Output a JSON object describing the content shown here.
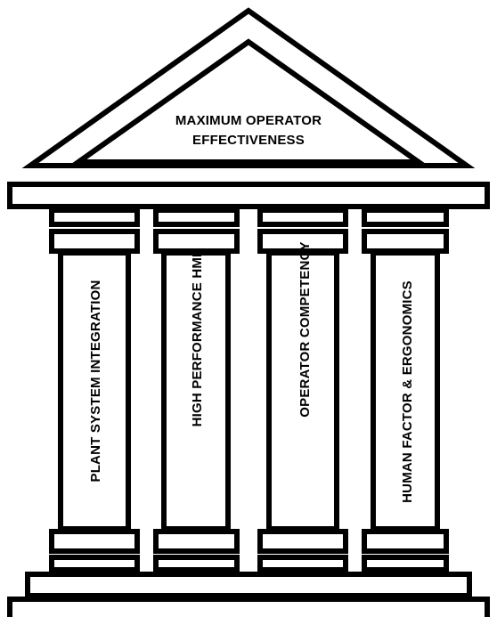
{
  "roof": {
    "title_line1": "MAXIMUM OPERATOR",
    "title_line2": "EFFECTIVENESS"
  },
  "pillars": [
    {
      "label": "PLANT SYSTEM INTEGRATION"
    },
    {
      "label": "HIGH PERFORMANCE HMI"
    },
    {
      "label": "OPERATOR COMPETENCY"
    },
    {
      "label": "HUMAN FACTOR & ERGONOMICS"
    }
  ],
  "colors": {
    "stroke": "#000000",
    "fill": "#ffffff"
  }
}
